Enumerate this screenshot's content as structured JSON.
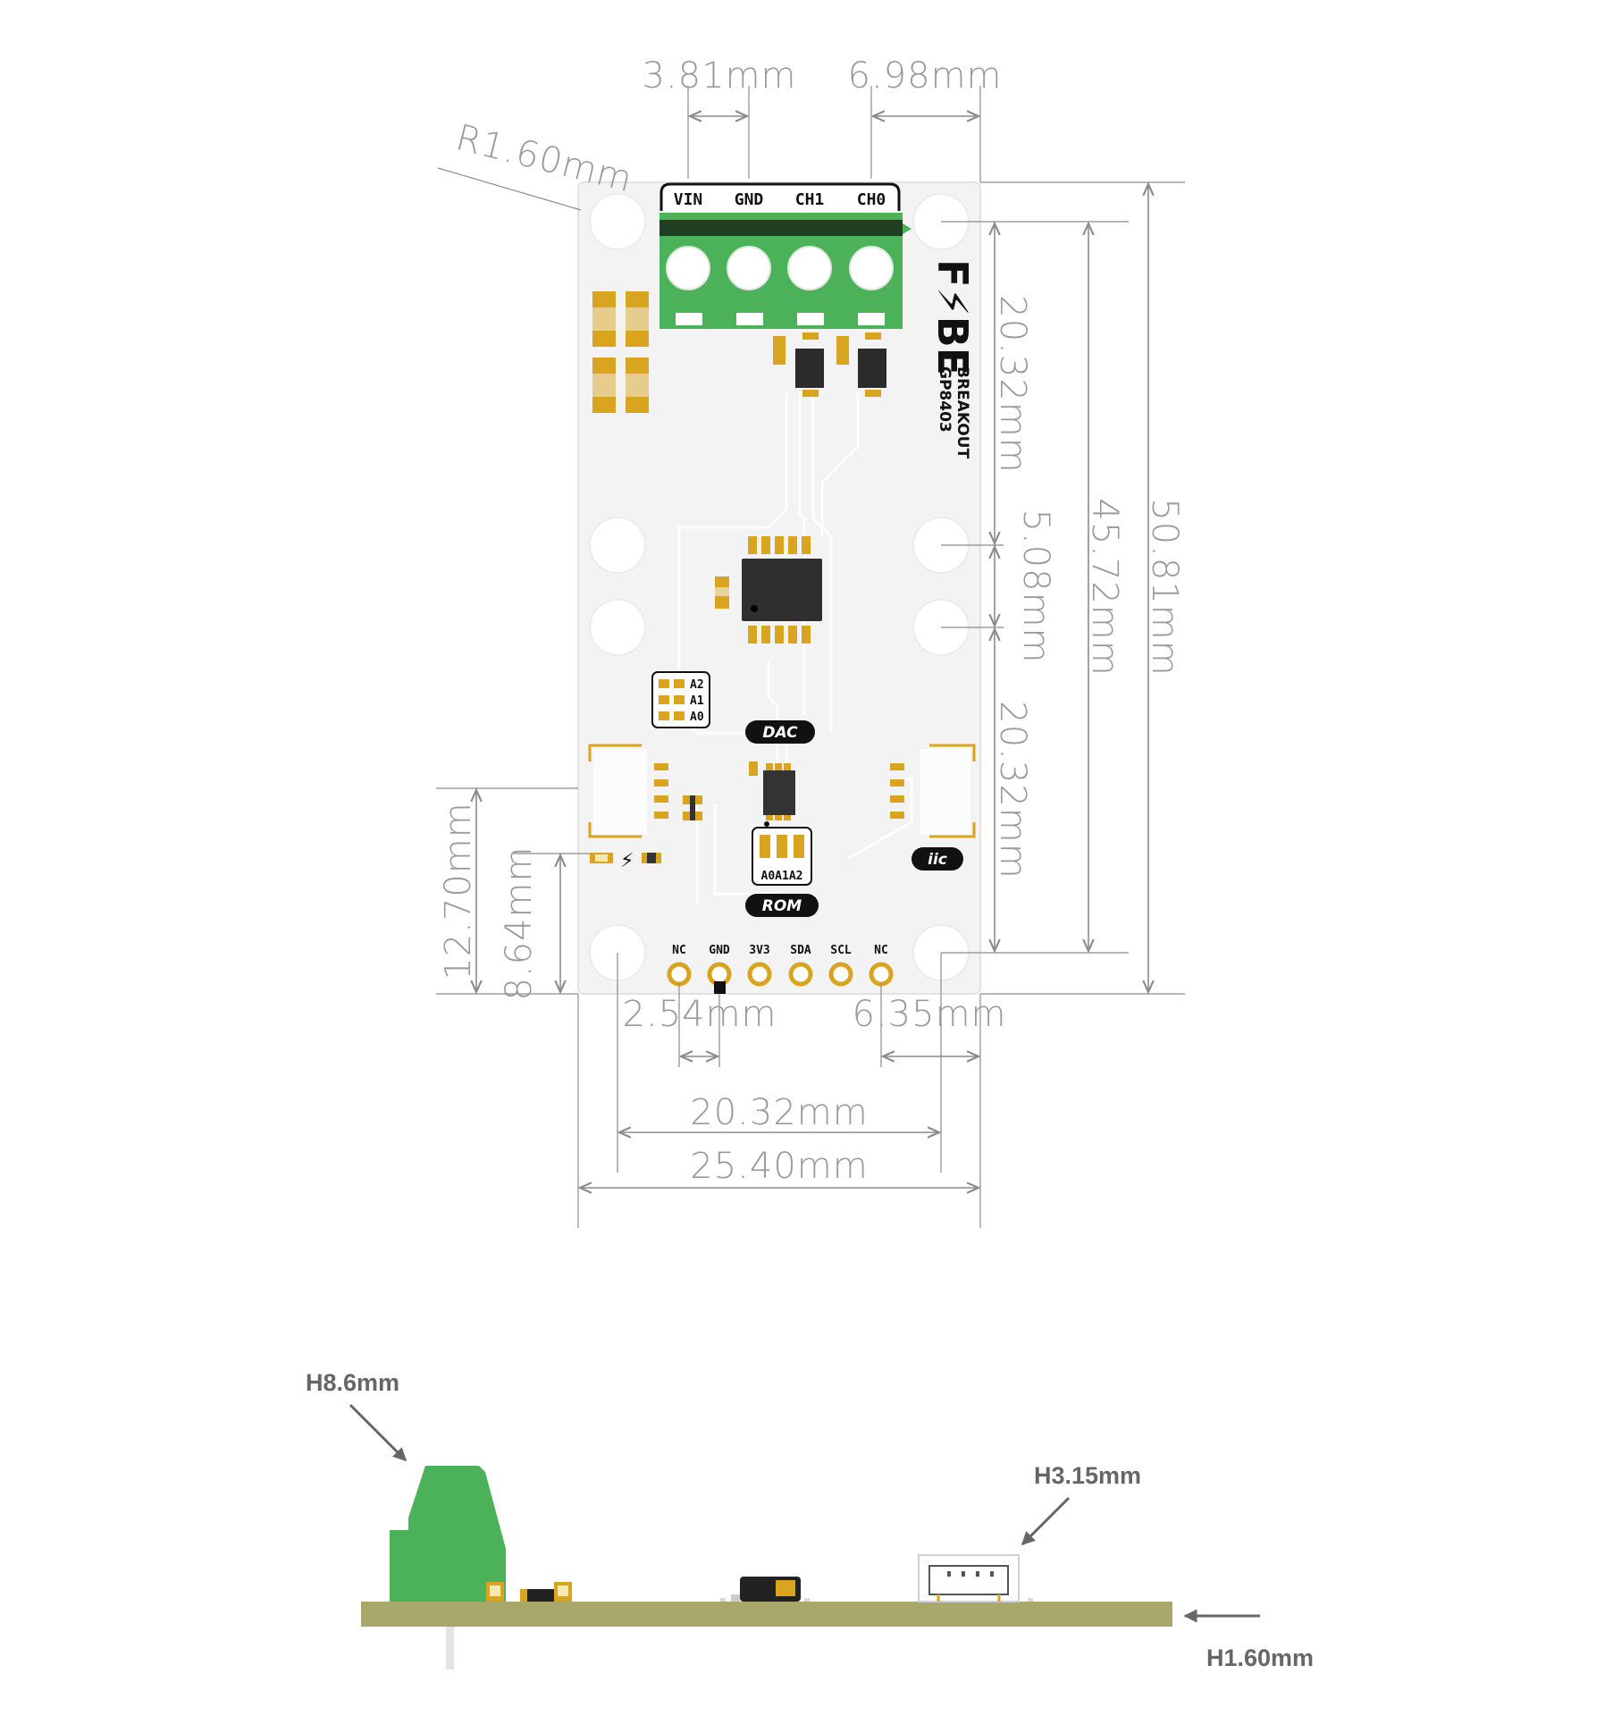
{
  "top_view": {
    "top_dims": {
      "pitch_3_81": "3.81mm",
      "offset_6_98": "6.98mm"
    },
    "corner_radius": "R1.60mm",
    "right_dims": {
      "d20_32_top": "20.32mm",
      "d5_08": "5.08mm",
      "d20_32_bottom": "20.32mm",
      "d45_72": "45.72mm",
      "d50_81": "50.81mm"
    },
    "left_dims": {
      "d12_70": "12.70mm",
      "d8_64": "8.64mm"
    },
    "bottom_dims": {
      "d2_54": "2.54mm",
      "d6_35": "6.35mm",
      "d20_32": "20.32mm",
      "d25_40": "25.40mm"
    },
    "terminal_labels": [
      "VIN",
      "GND",
      "CH1",
      "CH0"
    ],
    "header_pins": [
      "NC",
      "GND",
      "3V3",
      "SDA",
      "SCL",
      "NC"
    ],
    "brand": {
      "logo": "F⚡BE",
      "line1": "BREAKOUT",
      "line2": "GP8403"
    },
    "addr_labels": [
      "A2",
      "A1",
      "A0"
    ],
    "rom_addr": "A0A1A2",
    "badges": {
      "dac": "DAC",
      "rom": "ROM",
      "iic": "iic"
    },
    "colors": {
      "terminal_green": "#4cb25a",
      "pad_gold": "#d9a520",
      "pcb_side": "#a7a86a",
      "board": "#f4f4f4"
    }
  },
  "side_view": {
    "h_terminal": "H8.6mm",
    "h_connector": "H3.15mm",
    "h_pcb": "H1.60mm"
  }
}
